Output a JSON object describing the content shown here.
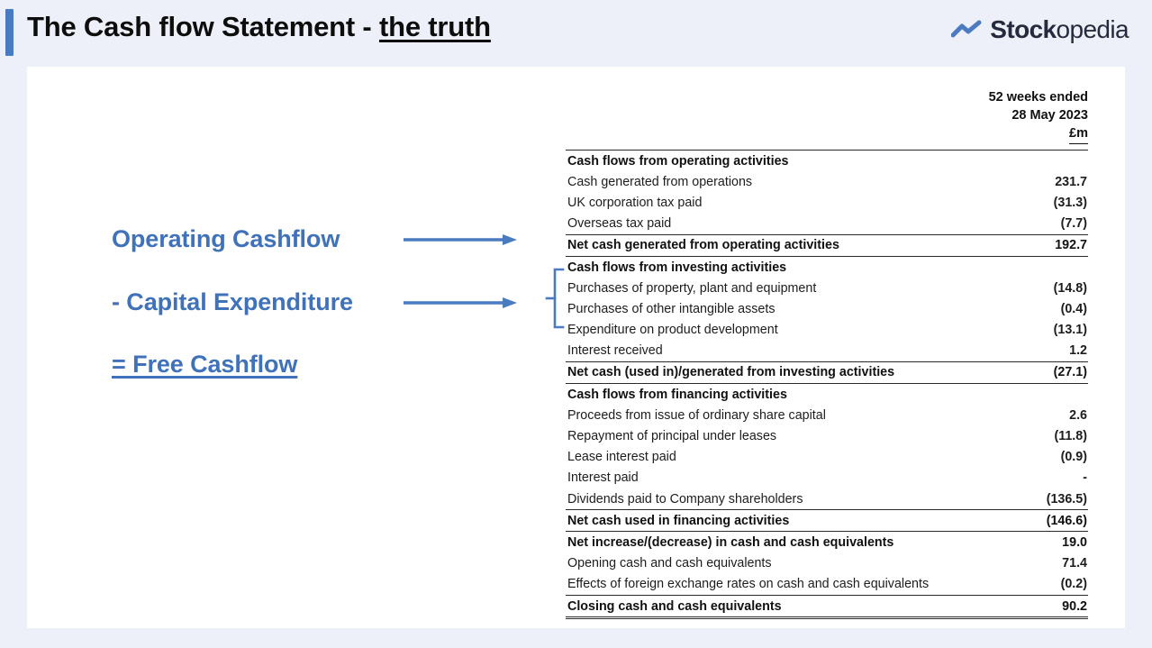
{
  "header": {
    "title_plain": "The Cash flow Statement - ",
    "title_underlined": "the truth",
    "logo_bold": "Stock",
    "logo_light": "opedia",
    "accent_color": "#4a7ac0"
  },
  "annotations": {
    "line1": "Operating Cashflow",
    "line2": "- Capital Expenditure",
    "line3": "= Free Cashflow",
    "color": "#3f72b9"
  },
  "statement": {
    "period_line1": "52 weeks ended",
    "period_line2": "28 May 2023",
    "unit": "£m",
    "rows": [
      {
        "label": "Cash flows from operating activities",
        "value": "",
        "style": "head"
      },
      {
        "label": "Cash generated from operations",
        "value": "231.7",
        "style": "item"
      },
      {
        "label": "UK corporation tax paid",
        "value": "(31.3)",
        "style": "item"
      },
      {
        "label": "Overseas tax paid",
        "value": "(7.7)",
        "style": "item"
      },
      {
        "label": "Net cash generated from operating activities",
        "value": "192.7",
        "style": "total"
      },
      {
        "label": "Cash flows from investing activities",
        "value": "",
        "style": "head"
      },
      {
        "label": "Purchases of property, plant and equipment",
        "value": "(14.8)",
        "style": "item"
      },
      {
        "label": "Purchases of other intangible assets",
        "value": "(0.4)",
        "style": "item"
      },
      {
        "label": "Expenditure on product development",
        "value": "(13.1)",
        "style": "item"
      },
      {
        "label": "Interest received",
        "value": "1.2",
        "style": "item"
      },
      {
        "label": "Net cash (used in)/generated from investing activities",
        "value": "(27.1)",
        "style": "total"
      },
      {
        "label": "Cash flows from financing activities",
        "value": "",
        "style": "head"
      },
      {
        "label": "Proceeds from issue of ordinary share capital",
        "value": "2.6",
        "style": "item"
      },
      {
        "label": "Repayment of principal under leases",
        "value": "(11.8)",
        "style": "item"
      },
      {
        "label": "Lease interest paid",
        "value": "(0.9)",
        "style": "item"
      },
      {
        "label": "Interest paid",
        "value": "-",
        "style": "item"
      },
      {
        "label": "Dividends paid to Company shareholders",
        "value": "(136.5)",
        "style": "item"
      },
      {
        "label": "Net cash used in financing activities",
        "value": "(146.6)",
        "style": "total"
      },
      {
        "label": "Net increase/(decrease) in cash and cash equivalents",
        "value": "19.0",
        "style": "head"
      },
      {
        "label": "Opening cash and cash equivalents",
        "value": "71.4",
        "style": "item"
      },
      {
        "label": "Effects of foreign exchange rates on cash and cash equivalents",
        "value": "(0.2)",
        "style": "item"
      },
      {
        "label": "Closing cash and cash equivalents",
        "value": "90.2",
        "style": "total-double"
      }
    ]
  }
}
